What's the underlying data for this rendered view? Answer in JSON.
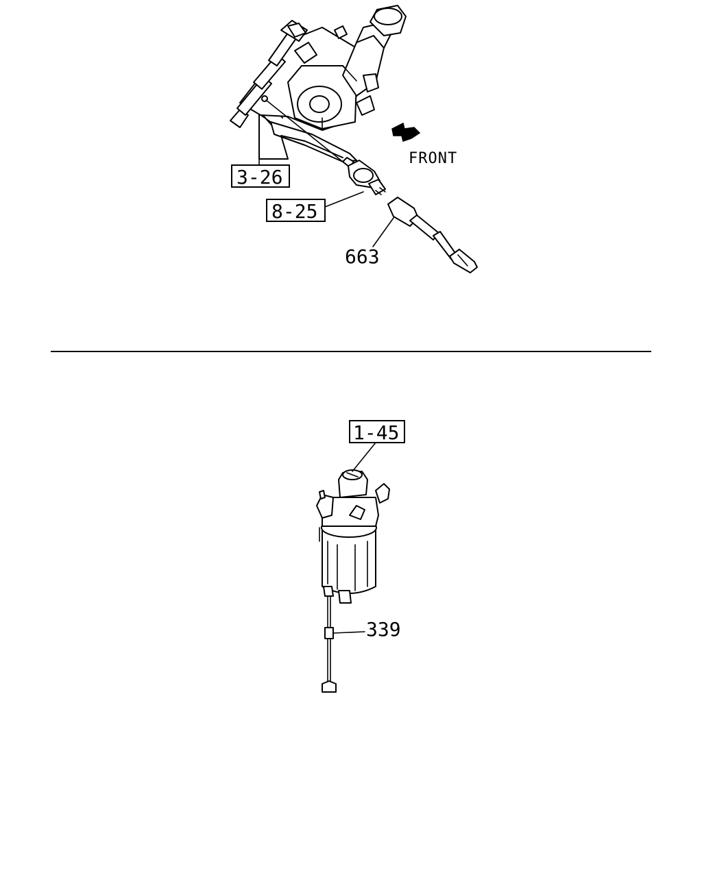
{
  "top_figure": {
    "direction_label": "FRONT",
    "callouts": {
      "ref_a": "3-26",
      "ref_b": "8-25",
      "part_a": "663"
    }
  },
  "bottom_figure": {
    "callouts": {
      "ref_a": "1-45",
      "part_a": "339"
    }
  },
  "colors": {
    "line": "#000000",
    "background": "#ffffff"
  }
}
